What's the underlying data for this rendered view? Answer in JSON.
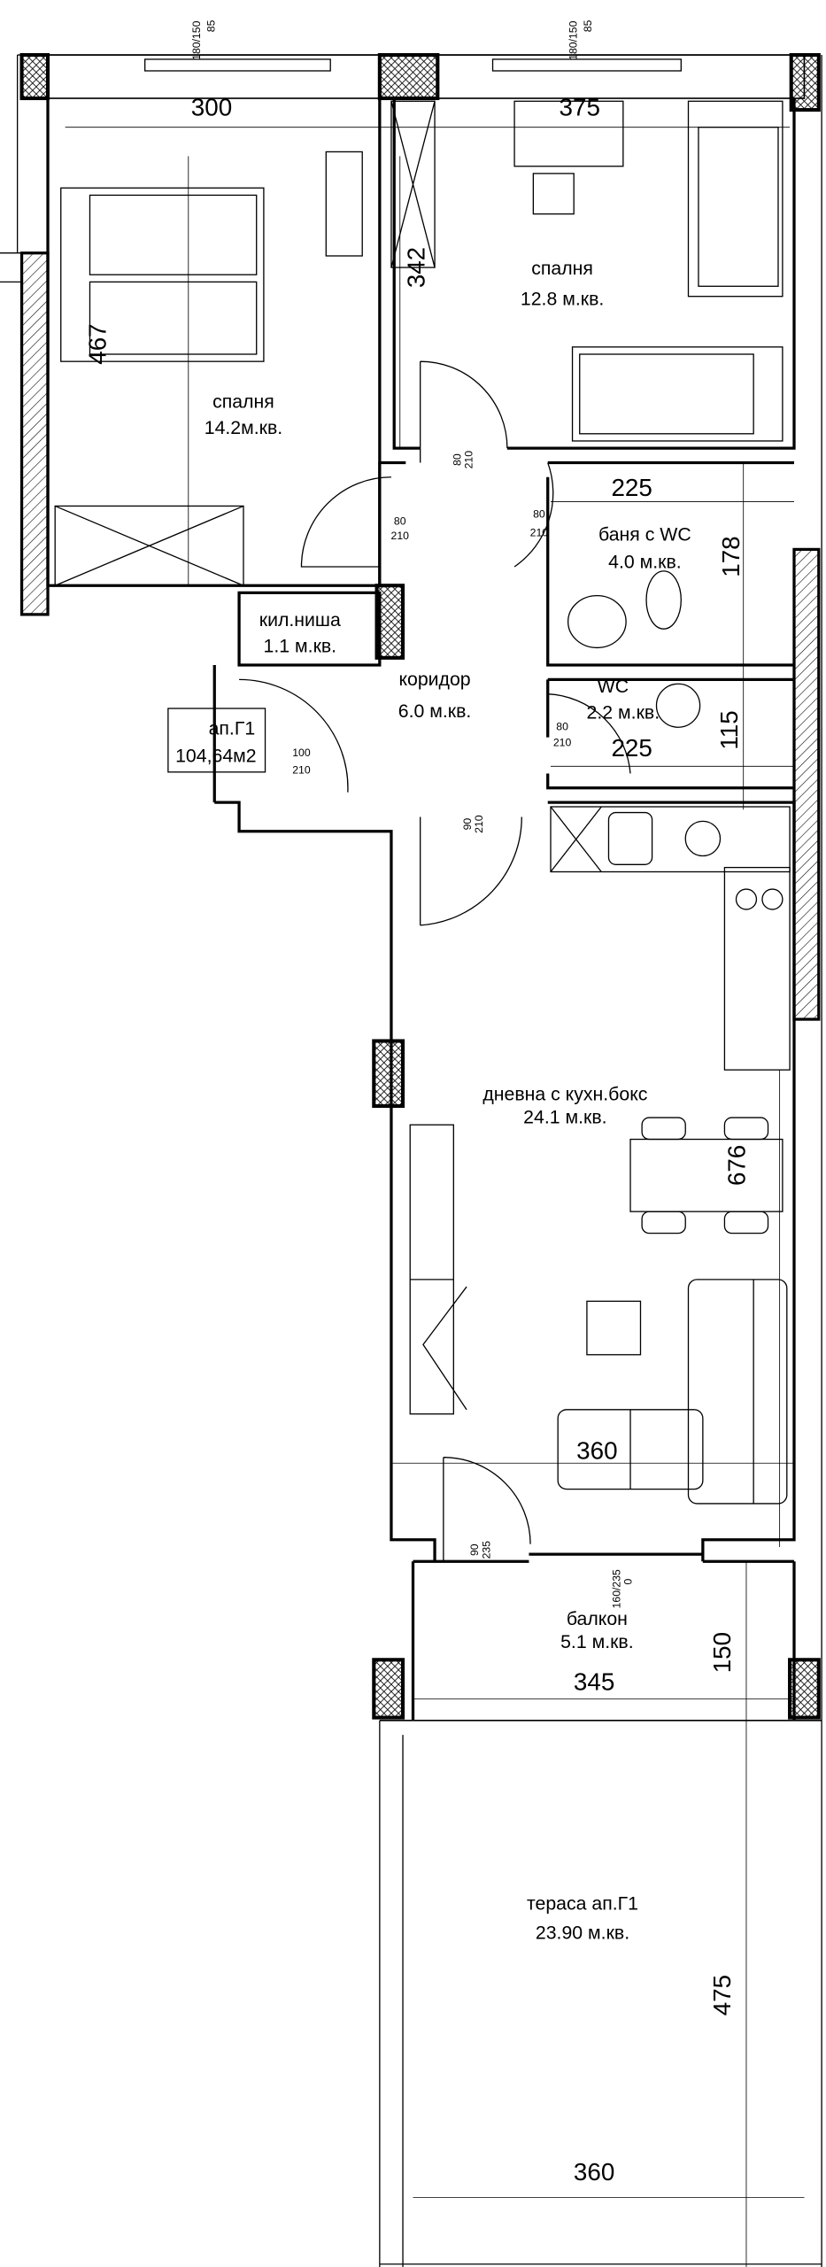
{
  "plan": {
    "rooms": {
      "bedroom_left": {
        "name": "спалня",
        "area": "14.2м.кв."
      },
      "bedroom_right": {
        "name": "спалня",
        "area": "12.8 м.кв."
      },
      "bathroom": {
        "name": "баня с WC",
        "area": "4.0 м.кв."
      },
      "storage": {
        "name": "кил.ниша",
        "area": "1.1 м.кв."
      },
      "corridor": {
        "name": "коридор",
        "area": "6.0 м.кв."
      },
      "wc": {
        "name": "WC",
        "area": "2.2 м.кв."
      },
      "living": {
        "name": "дневна с кухн.бокс",
        "area": "24.1 м.кв."
      },
      "balcony": {
        "name": "балкон",
        "area": "5.1 м.кв."
      },
      "terrace": {
        "name": "тераса ап.Г1",
        "area": "23.90 м.кв."
      }
    },
    "apartment": {
      "name": "ап.Г1",
      "area": "104,64м2"
    },
    "dimensions": {
      "d300": "300",
      "d375": "375",
      "d342": "342",
      "d467": "467",
      "d225a": "225",
      "d178": "178",
      "d225b": "225",
      "d115": "115",
      "d676": "676",
      "d360a": "360",
      "d345": "345",
      "d150": "150",
      "d475": "475",
      "d360b": "360"
    },
    "windows": [
      {
        "top": "180/150",
        "bottom": "85"
      },
      {
        "top": "180/150",
        "bottom": "85"
      }
    ],
    "doors": [
      {
        "w": "80",
        "h": "210"
      },
      {
        "w": "80",
        "h": "210"
      },
      {
        "w": "80",
        "h": "210"
      },
      {
        "w": "80",
        "h": "210"
      },
      {
        "w": "100",
        "h": "210"
      },
      {
        "w": "90",
        "h": "210"
      },
      {
        "w": "90",
        "h": "235"
      },
      {
        "w": "160/235",
        "h": "0"
      }
    ]
  }
}
